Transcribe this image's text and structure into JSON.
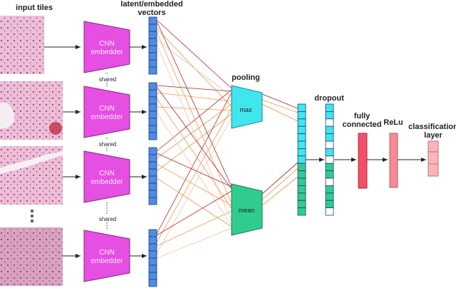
{
  "labels": {
    "input_tiles": "input tiles",
    "latent_line1": "latent/embedded",
    "latent_line2": "vectors",
    "pooling": "pooling",
    "dropout": "dropout",
    "fully_connected_line1": "fully",
    "fully_connected_line2": "connected",
    "relu": "ReLu",
    "classification_line1": "classification",
    "classification_line2": "layer",
    "shared": "shared",
    "max": "max",
    "mean": "mean"
  },
  "embedders": [
    {
      "line1": "CNN",
      "line2": "embedder"
    },
    {
      "line1": "CNN",
      "line2": "embedder"
    },
    {
      "line1": "CNN",
      "line2": "embedder"
    },
    {
      "line1": "CNN",
      "line2": "embedder"
    }
  ],
  "colors": {
    "tissue_bg": "#e9b8d2",
    "tissue_dot": "#a0407e",
    "embedder_fill": "#e54fe2",
    "vector_fill": "#4e8de2",
    "max_fill": "#3fe6ec",
    "mean_fill": "#30cc8e",
    "fc_fill": "#f2506a",
    "relu_fill": "#f48a92",
    "class_fill": "#f8b6bc",
    "line_dark": "#b9232d",
    "line_orange": "#f39a4c"
  }
}
